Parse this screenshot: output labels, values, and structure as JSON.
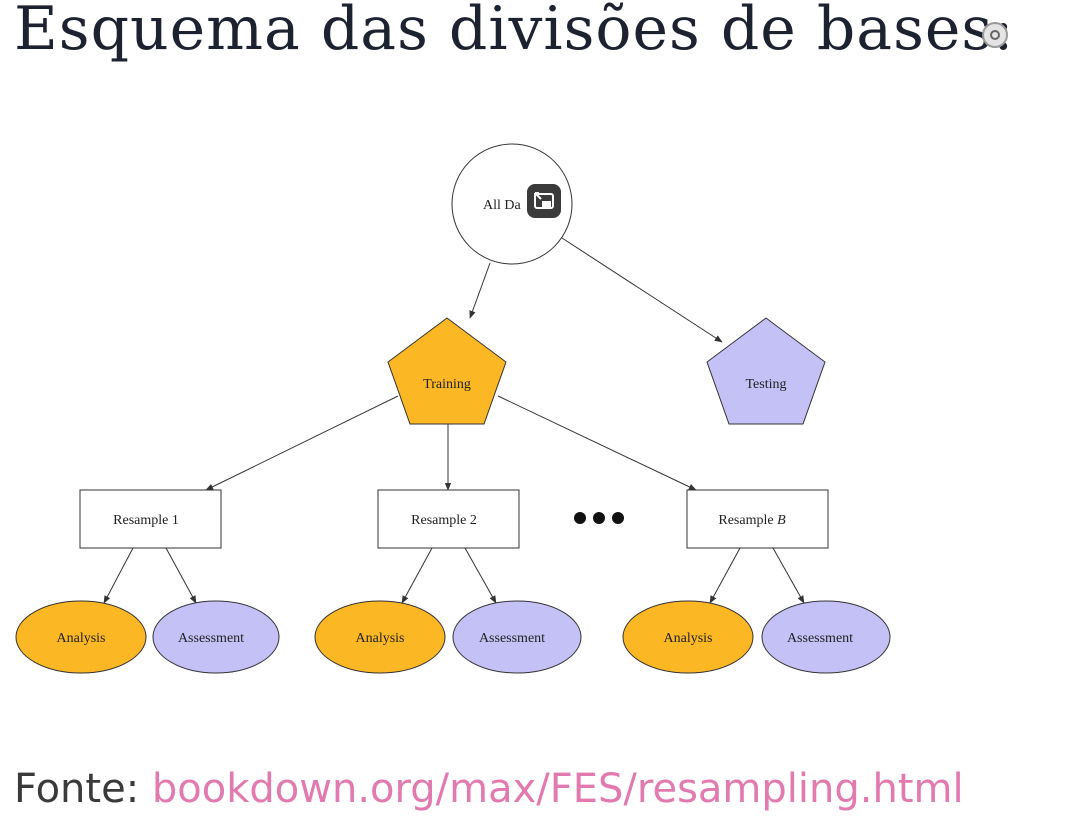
{
  "slide": {
    "title": "Esquema das divisões de bases:",
    "source_label": "Fonte:",
    "source_link": "bookdown.org/max/FES/resampling.html"
  },
  "diagram": {
    "root": "All Da",
    "training": "Training",
    "testing": "Testing",
    "resamples": [
      {
        "prefix": "Resample ",
        "suffix": "1"
      },
      {
        "prefix": "Resample ",
        "suffix": "2"
      },
      {
        "prefix": "Resample ",
        "suffix": "B"
      }
    ],
    "leaf_analysis": "Analysis",
    "leaf_assessment": "Assessment"
  },
  "colors": {
    "training_fill": "#fbb724",
    "testing_fill": "#c4c1f7",
    "analysis_fill": "#fbb724",
    "assessment_fill": "#c4c1f7",
    "link": "#e27ab0"
  },
  "icons": {
    "overlay": "picture-in-picture-exit-icon",
    "corner": "settings-badge-icon"
  }
}
